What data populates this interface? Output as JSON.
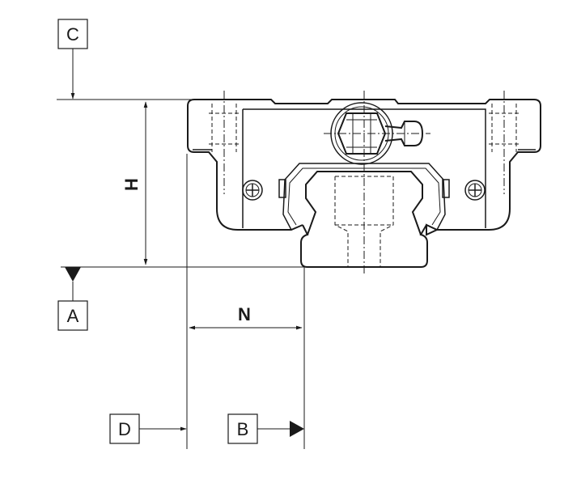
{
  "datum_labels": {
    "c": "C",
    "a": "A",
    "d": "D",
    "b": "B"
  },
  "dimension_labels": {
    "height": "H",
    "width": "N"
  }
}
